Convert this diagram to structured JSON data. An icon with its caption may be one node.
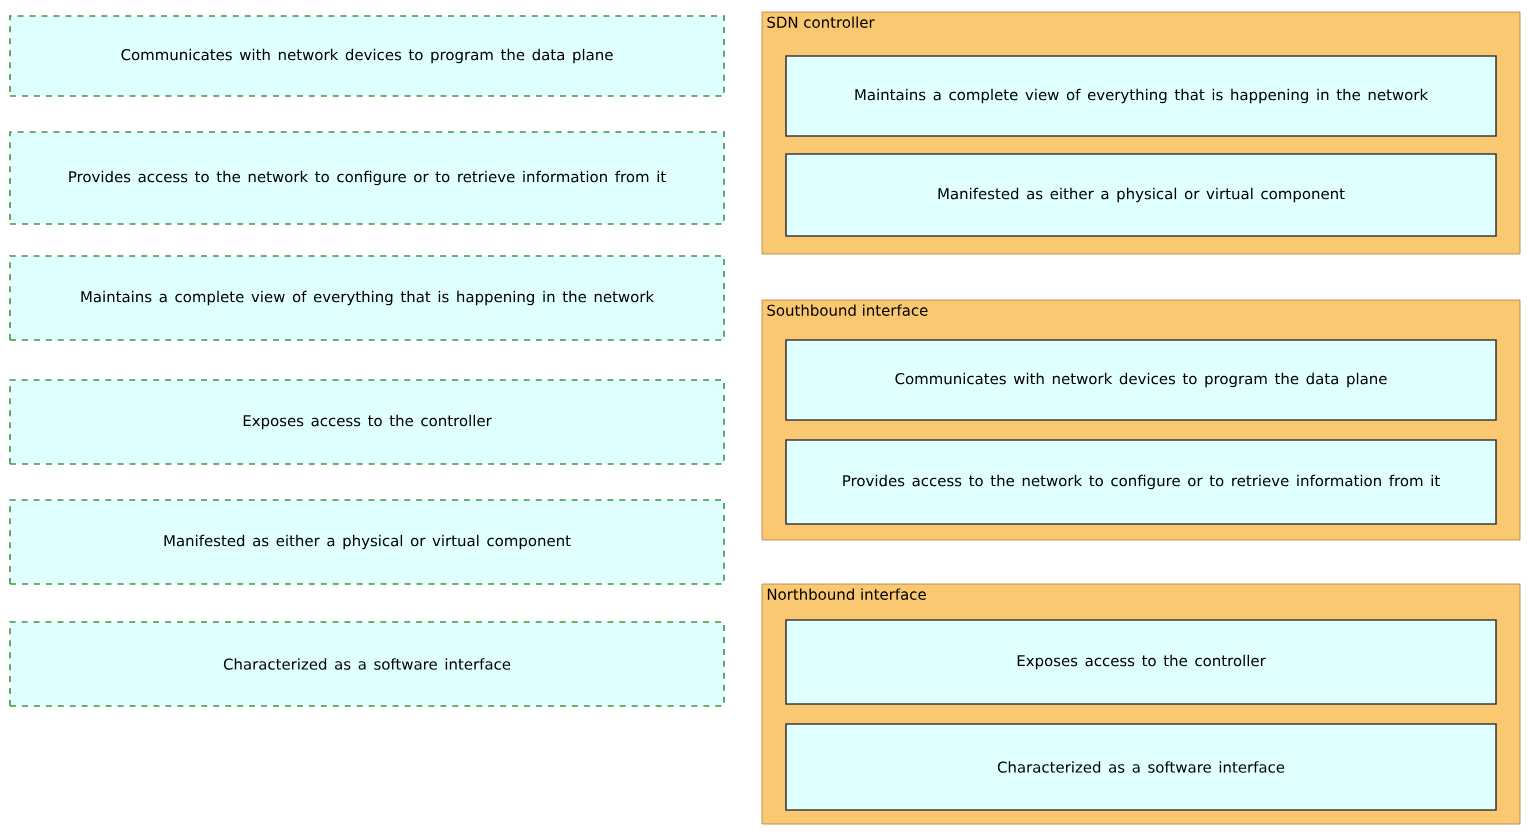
{
  "diagram": {
    "nodes": [
      {
        "text": [
          "Communicates with network devices to program the data plane"
        ]
      },
      {
        "text": [
          "Provides access to the network to configure or to retrieve information from it"
        ]
      },
      {
        "text": [
          "Maintains a complete view of everything that is happening in the network"
        ]
      },
      {
        "text": [
          "Exposes access to the controller"
        ]
      },
      {
        "text": [
          "Manifested as either a physical or virtual component"
        ]
      },
      {
        "text": [
          "Characterized as a software interface"
        ]
      },
      {
        "text": [
          "SDN controller"
        ]
      },
      {
        "text": [
          "Maintains a complete view of everything that is happening in the network"
        ],
        "in": 6
      },
      {
        "text": [
          "Manifested as either a physical or virtual component"
        ],
        "in": 6
      },
      {
        "text": [
          "Southbound interface"
        ]
      },
      {
        "text": [
          "Communicates with network devices to program the data plane"
        ],
        "in": 9
      },
      {
        "text": [
          "Provides access to the network to configure or to retrieve information from it"
        ],
        "in": 9
      },
      {
        "text": [
          "Northbound interface"
        ]
      },
      {
        "text": [
          "Exposes access to the controller"
        ],
        "in": 12
      },
      {
        "text": [
          "Characterized as a software interface"
        ],
        "in": 12
      }
    ]
  }
}
